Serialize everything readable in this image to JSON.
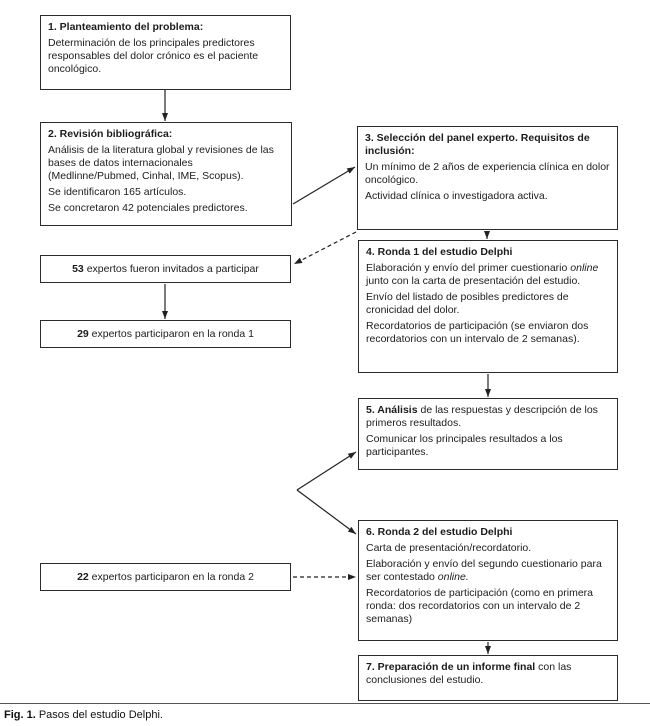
{
  "figure": {
    "caption": {
      "label": "Fig. 1.",
      "text": "Pasos del estudio Delphi."
    }
  },
  "boxes": {
    "step1": {
      "lines": [
        [
          {
            "t": "1. Planteamiento del problema:",
            "b": true
          }
        ],
        [
          {
            "t": "Determinación de los principales predictores responsables del dolor crónico es el paciente oncológico."
          }
        ]
      ]
    },
    "step2": {
      "lines": [
        [
          {
            "t": "2. Revisión bibliográfica:",
            "b": true
          }
        ],
        [
          {
            "t": "Análisis de la literatura global y revisiones de las bases de datos internacionales (Medlinne/Pubmed, Cinhal, IME, Scopus)."
          }
        ],
        [
          {
            "t": "Se identificaron 165 artículos."
          }
        ],
        [
          {
            "t": "Se concretaron 42 potenciales predictores."
          }
        ]
      ]
    },
    "step3": {
      "lines": [
        [
          {
            "t": "3. Selección del panel experto. Requisitos de inclusión:",
            "b": true
          }
        ],
        [
          {
            "t": "Un mínimo de 2 años de experiencia clínica en dolor oncológico."
          }
        ],
        [
          {
            "t": "Actividad clínica o investigadora activa."
          }
        ]
      ]
    },
    "invited": {
      "lines": [
        [
          {
            "t": "53",
            "b": true
          },
          {
            "t": " expertos fueron invitados a participar"
          }
        ]
      ]
    },
    "round1": {
      "lines": [
        [
          {
            "t": "29",
            "b": true
          },
          {
            "t": " expertos participaron en la ronda 1"
          }
        ]
      ]
    },
    "step4": {
      "lines": [
        [
          {
            "t": "4. Ronda 1 del estudio Delphi",
            "b": true
          }
        ],
        [
          {
            "t": "Elaboración y envío del primer cuestionario "
          },
          {
            "t": "online",
            "i": true
          },
          {
            "t": " junto con la carta de presentación del estudio."
          }
        ],
        [
          {
            "t": "Envío del listado de posibles predictores de cronicidad del dolor."
          }
        ],
        [
          {
            "t": "Recordatorios de participación (se enviaron dos recordatorios con un intervalo de 2 semanas)."
          }
        ]
      ]
    },
    "step5": {
      "lines": [
        [
          {
            "t": "5. Análisis",
            "b": true
          },
          {
            "t": " de las respuestas y descripción de los primeros resultados."
          }
        ],
        [
          {
            "t": "Comunicar los principales resultados a los participantes."
          }
        ]
      ]
    },
    "round2": {
      "lines": [
        [
          {
            "t": "22",
            "b": true
          },
          {
            "t": " expertos participaron en la ronda 2"
          }
        ]
      ]
    },
    "step6": {
      "lines": [
        [
          {
            "t": "6. Ronda 2 del estudio Delphi",
            "b": true
          }
        ],
        [
          {
            "t": "Carta de presentación/recordatorio."
          }
        ],
        [
          {
            "t": "Elaboración y envío del segundo cuestionario para ser contestado "
          },
          {
            "t": "online.",
            "i": true
          }
        ],
        [
          {
            "t": "Recordatorios de participación (como en primera ronda: dos recordatorios con un intervalo de 2 semanas)"
          }
        ]
      ]
    },
    "step7": {
      "lines": [
        [
          {
            "t": "7. Preparación de un informe final",
            "b": true
          },
          {
            "t": " con las conclusiones del estudio."
          }
        ]
      ]
    }
  }
}
